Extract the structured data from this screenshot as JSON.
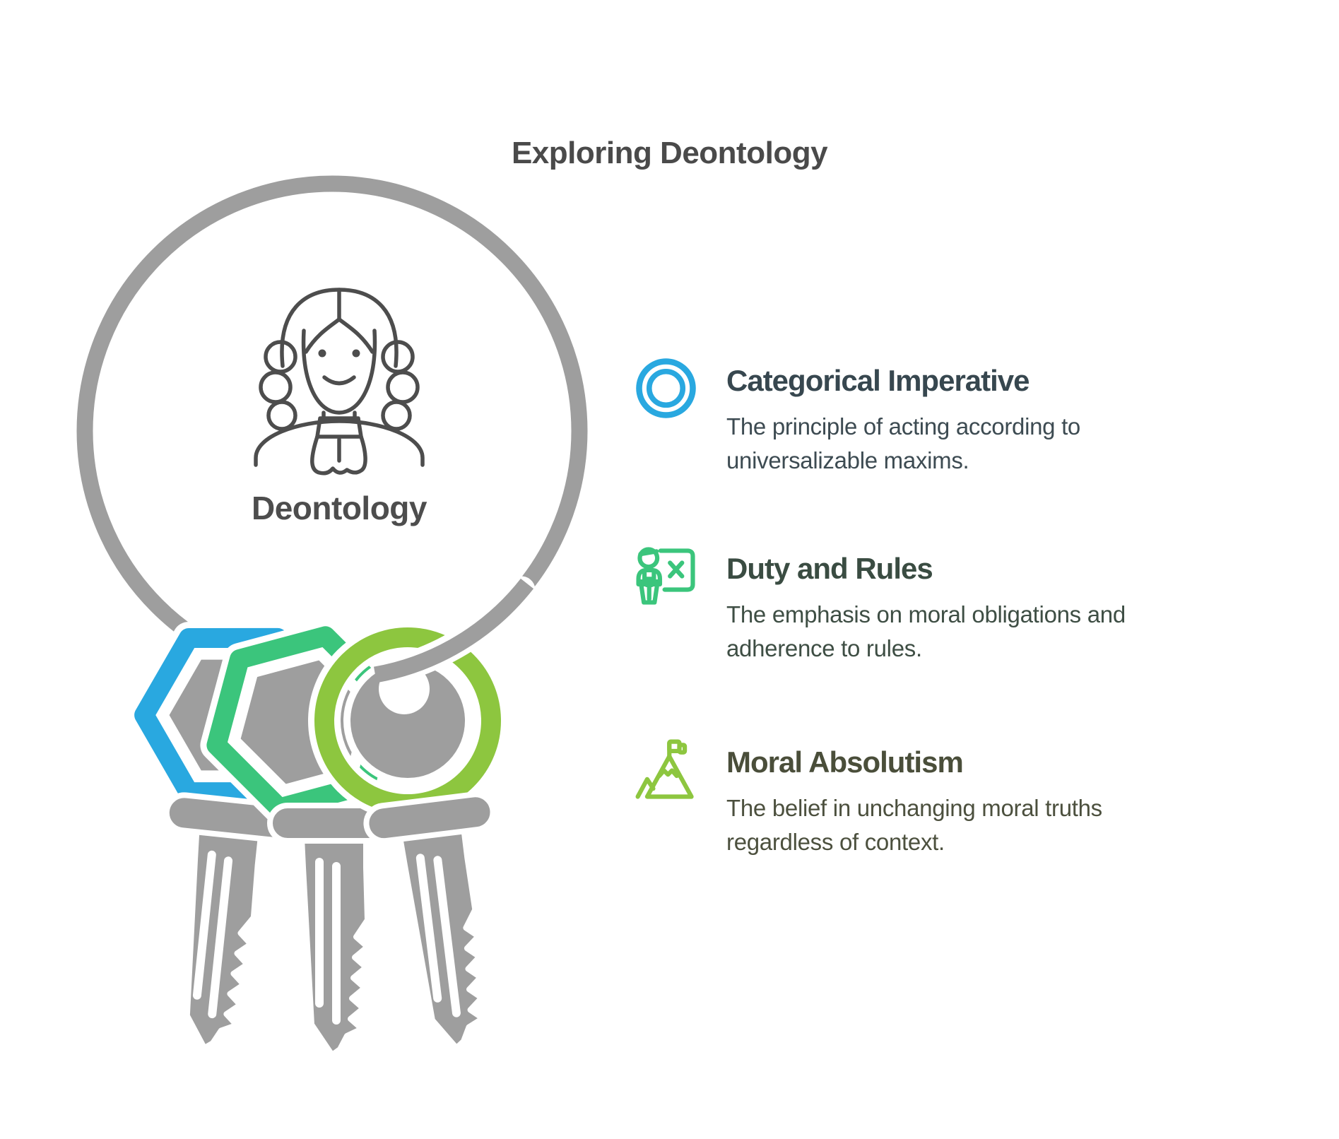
{
  "title": "Exploring Deontology",
  "diagram": {
    "label": "Deontology",
    "illustration": "judge-avatar",
    "colors": {
      "ring_gray": "#9e9e9e",
      "key_back_blue": "#29a8e0",
      "key_middle_green": "#3bc57c",
      "key_front_lime": "#8dc63f",
      "label_text": "#4d4d4d",
      "title_text": "#4a4a4a",
      "line_art": "#4d4d4d"
    }
  },
  "sections": [
    {
      "id": "categorical-imperative",
      "icon": "concentric-circles-icon",
      "accent": "#29a8e0",
      "heading": "Categorical Imperative",
      "heading_color": "#37474f",
      "body": "The principle of acting according to universalizable maxims."
    },
    {
      "id": "duty-and-rules",
      "icon": "teacher-board-icon",
      "accent": "#3bc57c",
      "heading": "Duty and Rules",
      "heading_color": "#3a4c42",
      "body": "The emphasis on moral obligations and adherence to rules."
    },
    {
      "id": "moral-absolutism",
      "icon": "mountain-flag-icon",
      "accent": "#8dc63f",
      "heading": "Moral Absolutism",
      "heading_color": "#4a4e3a",
      "body": "The belief in unchanging moral truths regardless of context."
    }
  ]
}
